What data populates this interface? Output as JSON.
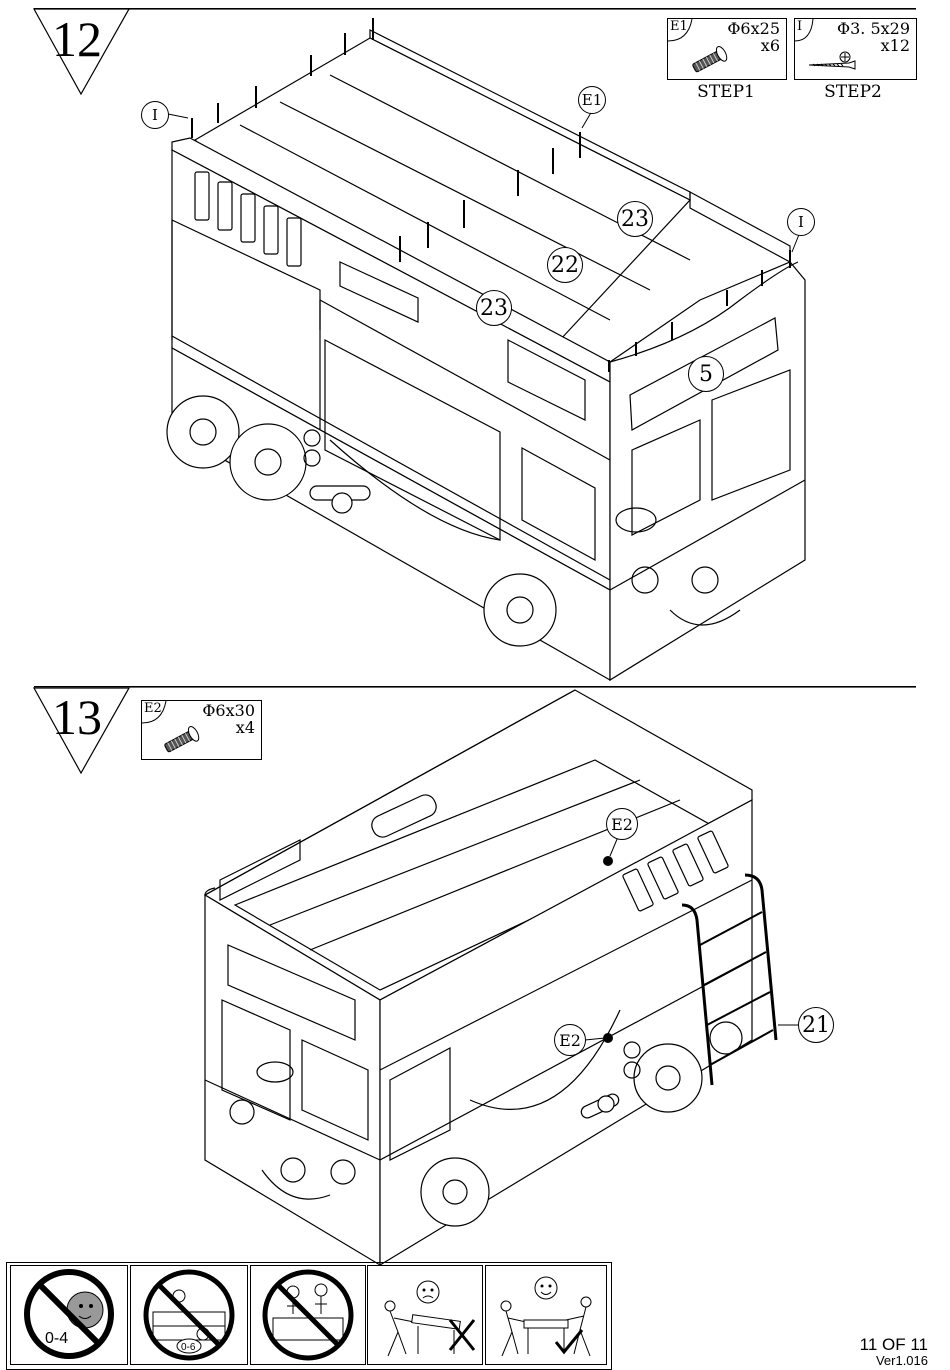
{
  "page": {
    "number_label": "11 OF 11",
    "version": "Ver1.016"
  },
  "step12": {
    "number": "12",
    "hardware": [
      {
        "tag": "E1",
        "spec": "Φ6x25",
        "qty": "x6",
        "step_label": "STEP1",
        "icon": "bolt-icon"
      },
      {
        "tag": "I",
        "spec": "Φ3. 5x29",
        "qty": "x12",
        "step_label": "STEP2",
        "icon": "screw-icon"
      }
    ],
    "callouts": {
      "I_left": "I",
      "E1": "E1",
      "I_right": "I",
      "p23a": "23",
      "p22": "22",
      "p23b": "23",
      "p5": "5"
    }
  },
  "step13": {
    "number": "13",
    "hardware": [
      {
        "tag": "E2",
        "spec": "Φ6x30",
        "qty": "x4",
        "icon": "bolt-icon"
      }
    ],
    "callouts": {
      "E2_top": "E2",
      "E2_mid": "E2",
      "p21": "21"
    }
  },
  "warnings": {
    "age_label": "0-4",
    "icons": [
      "no-infant-icon",
      "no-children-under-6-top-bunk-icon",
      "no-jumping-on-bed-icon",
      "incorrect-lifting-icon",
      "correct-lifting-icon"
    ]
  }
}
